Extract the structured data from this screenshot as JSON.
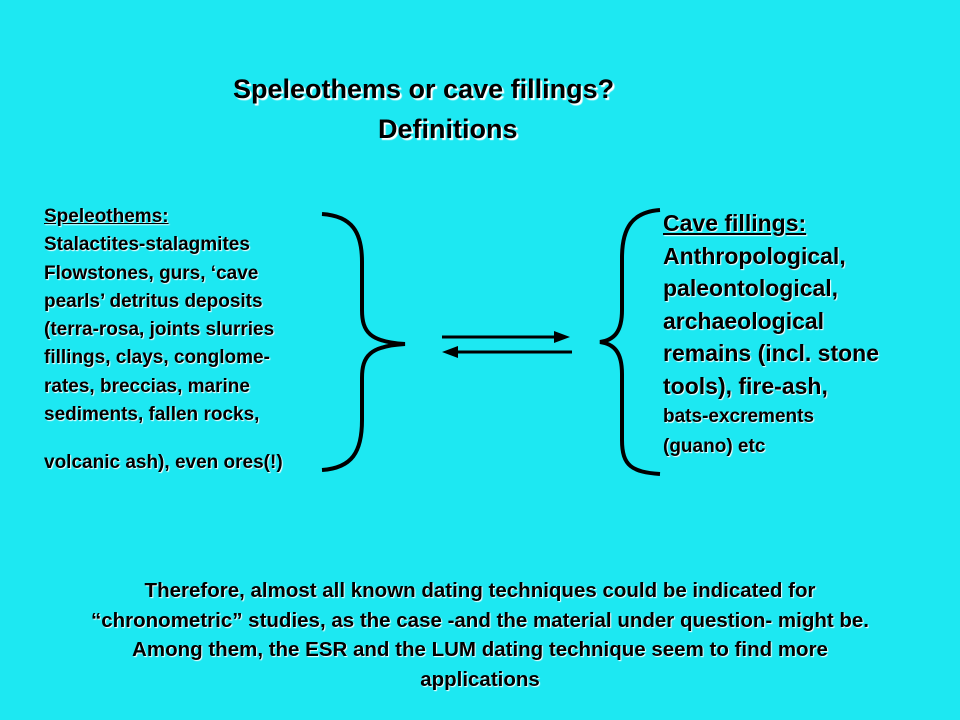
{
  "title": {
    "line1": "Speleothems or cave fillings?",
    "line2": "Definitions"
  },
  "speleothems": {
    "heading": "Speleothems:",
    "lines": [
      "Stalactites-stalagmites",
      "Flowstones, gurs, ‘cave",
      "pearls’ detritus deposits",
      "(terra-rosa, joints slurries",
      "fillings, clays, conglome-",
      "rates, breccias, marine",
      "sediments, fallen rocks,"
    ],
    "last_line": "volcanic ash), even ores(!)"
  },
  "cave_fillings": {
    "heading": "Cave fillings:",
    "lines": [
      "Anthropological,",
      "paleontological,",
      "archaeological",
      "remains (incl. stone",
      "tools), fire-ash,"
    ],
    "small_lines": [
      "bats-excrements",
      "(guano) etc"
    ]
  },
  "conclusion": {
    "lines": [
      "Therefore, almost all known dating techniques could be indicated for",
      "“chronometric” studies, as the case -and the material under question- might be.",
      "Among them, the ESR and the LUM dating  technique seem to find more",
      "applications"
    ]
  },
  "colors": {
    "background": "#1de8f2",
    "text": "#000000",
    "shadow": "#ffffff"
  }
}
